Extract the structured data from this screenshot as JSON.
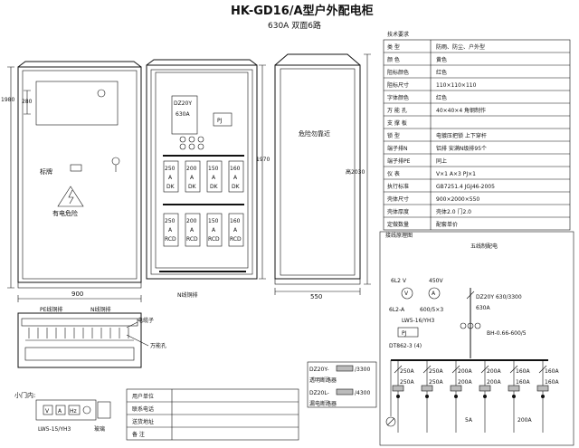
{
  "header": {
    "title": "HK-GD16/A型户外配电柜",
    "subtitle": "630A  双面6路"
  },
  "front_view": {
    "dim_height": "1980",
    "dim_small": "280",
    "label_plate": "标牌",
    "warning": "有电危险",
    "dim_width": "900"
  },
  "inside_view": {
    "main_breaker": [
      "DZ20Y",
      "630A"
    ],
    "pj_label": "PJ",
    "dim_height": "1970",
    "top_breakers": [
      [
        "250",
        "A",
        "DK"
      ],
      [
        "200",
        "A",
        "DK"
      ],
      [
        "150",
        "A",
        "DK"
      ],
      [
        "160",
        "A",
        "DK"
      ]
    ],
    "bottom_breakers": [
      [
        "250",
        "A",
        "RCD"
      ],
      [
        "200",
        "A",
        "RCD"
      ],
      [
        "150",
        "A",
        "RCD"
      ],
      [
        "160",
        "A",
        "RCD"
      ]
    ],
    "n_bar": "N线铜排"
  },
  "side_view": {
    "caution": "危险勿靠近",
    "dim_height": "高2030",
    "dim_width": "550"
  },
  "spec": {
    "heading": "技术要求",
    "rows": [
      {
        "label": "类    型",
        "value": "防雨、防尘、户外型"
      },
      {
        "label": "颜    色",
        "value": "黄色"
      },
      {
        "label": "阻标颜色",
        "value": "红色"
      },
      {
        "label": "阻标尺寸",
        "value": "110×110×110"
      },
      {
        "label": "字体颜色",
        "value": "红色"
      },
      {
        "label": "万 能 孔",
        "value": "40×40×4  角钢制作"
      },
      {
        "label": "支 撑 板",
        "value": ""
      },
      {
        "label": "锁    型",
        "value": "电镀压把锁  上下穿杆"
      },
      {
        "label": "端子排N",
        "value": "铝排  安满N级排95个"
      },
      {
        "label": "端子排PE",
        "value": "同上"
      },
      {
        "label": "仪    表",
        "value": "V×1  A×3  PJ×1"
      },
      {
        "label": "执行标准",
        "value": "GB7251.4  JGJ46-2005"
      },
      {
        "label": "壳体尺寸",
        "value": "900×2000×550"
      },
      {
        "label": "壳体厚度",
        "value": "壳体2.0  门2.0"
      },
      {
        "label": "定做数量",
        "value": "配套单价"
      }
    ],
    "wiring_title": "接线原理图",
    "wiring_system": "五线制配电"
  },
  "schematic": {
    "voltmeter": "6L2  V",
    "v_range": "450V",
    "ammeter_label": "6L2-A",
    "a_range": "600/5×3",
    "main_breaker": "DZ20Y 630/3300",
    "main_rating": "630A",
    "switch": "LW5-16/YH3",
    "pj": "PJ",
    "ct": "BH-0.66-600/5",
    "current_tf": "DT862-3 (4)",
    "legend1_code": "DZ20Y-",
    "legend1_suffix": "/3300",
    "legend1_name": "透明断路器",
    "legend2_code": "DZ20L-",
    "legend2_suffix": "/4300",
    "legend2_name": "漏电断路器",
    "branch_top": [
      "250A",
      "250A",
      "200A",
      "200A",
      "160A",
      "160A"
    ],
    "branch_bottom": [
      "250A",
      "250A",
      "200A",
      "200A",
      "160A",
      "160A"
    ],
    "out_labels": [
      "5A",
      "200A"
    ]
  },
  "bottom_view": {
    "pe_bar": "PE线铜排",
    "n_bar": "N线铜排",
    "terminal": "电缆子",
    "hole": "万能孔"
  },
  "small_door": {
    "title": "小门内:",
    "labels": [
      "V",
      "A",
      "Hz"
    ],
    "switch": "LW5-15/YH3",
    "glass": "玻璃"
  },
  "info_table": {
    "rows": [
      "用户单位",
      "联系电话",
      "送货地址",
      "备    注"
    ]
  }
}
